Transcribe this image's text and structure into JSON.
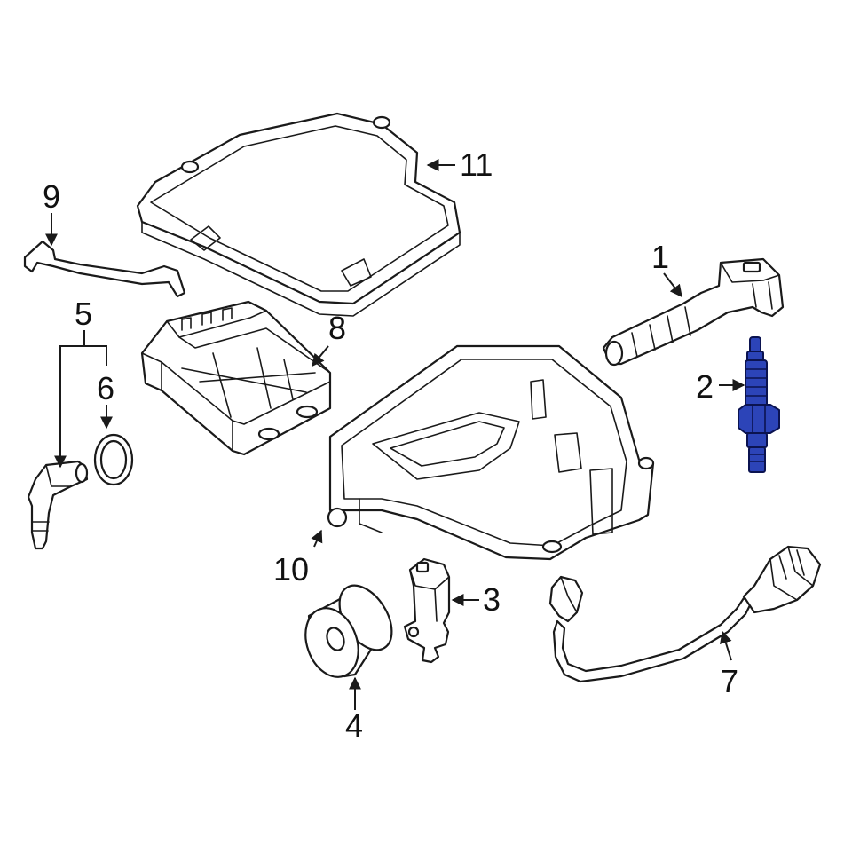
{
  "diagram": {
    "highlight_color": "#2c44b8",
    "line_color": "#1a1a1a",
    "callouts": [
      "1",
      "2",
      "3",
      "4",
      "5",
      "6",
      "7",
      "8",
      "9",
      "10",
      "11"
    ]
  }
}
